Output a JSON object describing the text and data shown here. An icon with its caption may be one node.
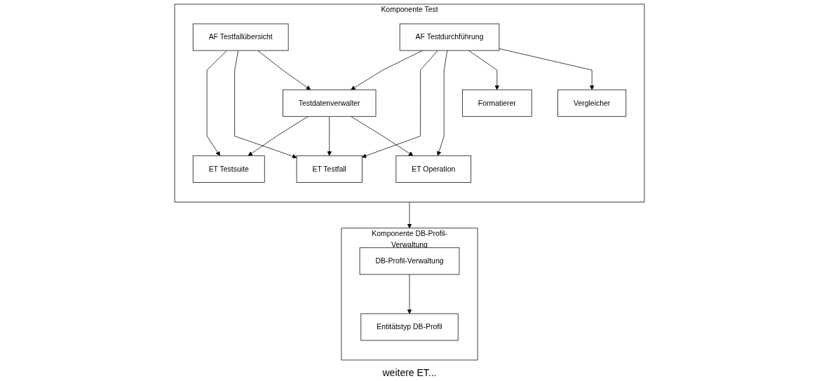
{
  "diagram": {
    "nodes": [
      {
        "text": [
          "Komponente Test"
        ]
      },
      {
        "text": [
          "AF Testfallübersicht"
        ],
        "in": 0
      },
      {
        "text": [
          "AF Testdurchführung"
        ],
        "in": 0
      },
      {
        "text": [
          "Testdatenverwalter"
        ],
        "in": 0
      },
      {
        "text": [
          "Formatierer"
        ],
        "in": 0
      },
      {
        "text": [
          "Vergleicher"
        ],
        "in": 0
      },
      {
        "text": [
          "ET Testsuite"
        ],
        "in": 0
      },
      {
        "text": [
          "ET Testfall"
        ],
        "in": 0
      },
      {
        "text": [
          "ET Operation"
        ],
        "in": 0
      },
      {
        "text": [
          "Komponente DB-Profil-Verwaltung"
        ]
      },
      {
        "text": [
          "DB-Profil-Verwaltung"
        ],
        "in": 9
      },
      {
        "text": [
          "Entitätstyp DB-Profil"
        ],
        "in": 9
      }
    ],
    "edges": [
      {
        "from": 1,
        "to": 6,
        "arrow": "to"
      },
      {
        "from": 1,
        "to": 7,
        "arrow": "to"
      },
      {
        "from": 1,
        "to": 3,
        "arrow": "to"
      },
      {
        "from": 2,
        "to": 3,
        "arrow": "to"
      },
      {
        "from": 2,
        "to": 7,
        "arrow": "to"
      },
      {
        "from": 2,
        "to": 8,
        "arrow": "to"
      },
      {
        "from": 2,
        "to": 4,
        "arrow": "to"
      },
      {
        "from": 2,
        "to": 5,
        "arrow": "to"
      },
      {
        "from": 3,
        "to": 6,
        "arrow": "to"
      },
      {
        "from": 3,
        "to": 7,
        "arrow": "to"
      },
      {
        "from": 3,
        "to": 8,
        "arrow": "to"
      },
      {
        "from": 10,
        "to": 11,
        "arrow": "to"
      },
      {
        "from": 0,
        "to": 9,
        "arrow": "to"
      }
    ],
    "labels": [
      "weitere ET..."
    ]
  }
}
